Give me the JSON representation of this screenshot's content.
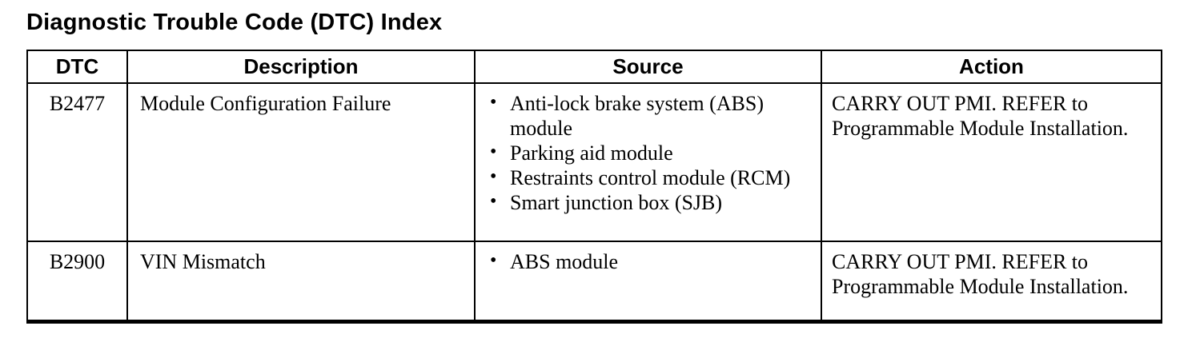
{
  "page_title": "Diagnostic Trouble Code (DTC) Index",
  "bullet_glyph": "•",
  "table": {
    "columns": [
      "DTC",
      "Description",
      "Source",
      "Action"
    ],
    "rows": [
      {
        "dtc": "B2477",
        "description": "Module Configuration Failure",
        "source": [
          "Anti-lock brake system (ABS) module",
          "Parking aid module",
          "Restraints control module (RCM)",
          "Smart junction box (SJB)"
        ],
        "action": "CARRY OUT PMI. REFER to Programmable Module Installation."
      },
      {
        "dtc": "B2900",
        "description": "VIN Mismatch",
        "source": [
          "ABS module"
        ],
        "action": "CARRY OUT PMI. REFER to Programmable Module Installation."
      }
    ]
  }
}
